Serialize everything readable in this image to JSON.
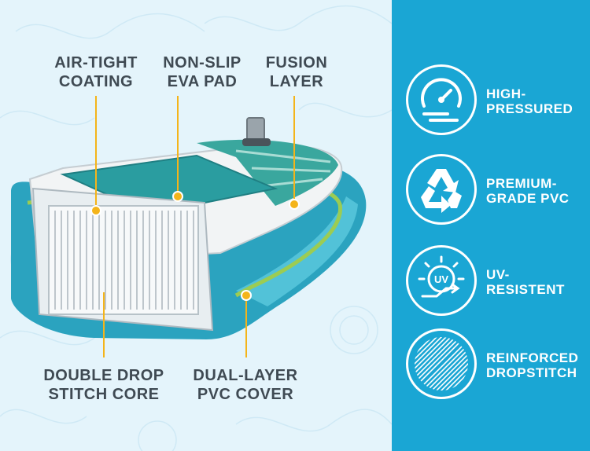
{
  "callouts": {
    "air_tight": [
      "AIR-TIGHT",
      "COATING"
    ],
    "non_slip": [
      "NON-SLIP",
      "EVA PAD"
    ],
    "fusion": [
      "FUSION",
      "LAYER"
    ],
    "drop_stitch": [
      "DOUBLE DROP",
      "STITCH CORE"
    ],
    "dual_layer": [
      "DUAL-LAYER",
      "PVC COVER"
    ]
  },
  "features": [
    {
      "icon": "gauge-icon",
      "lines": [
        "HIGH-",
        "PRESSURED"
      ]
    },
    {
      "icon": "recycle-icon",
      "lines": [
        "PREMIUM-",
        "GRADE PVC"
      ]
    },
    {
      "icon": "uv-sun-icon",
      "lines": [
        "UV-",
        "RESISTENT"
      ]
    },
    {
      "icon": "dropstitch-pattern-icon",
      "lines": [
        "REINFORCED",
        "DROPSTITCH"
      ]
    }
  ],
  "colors": {
    "panel": "#1aa6d4",
    "background": "#e4f4fb",
    "teal": "#2aa6a9",
    "callout_dot": "#f4b41a",
    "label_text": "#3f4a53"
  }
}
